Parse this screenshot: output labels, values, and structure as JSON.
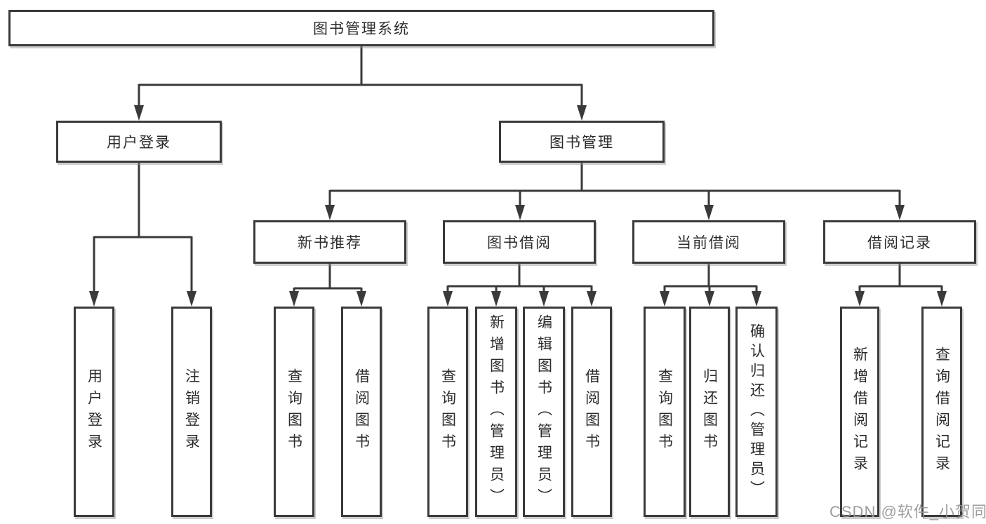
{
  "diagram_title": "图书管理系统",
  "tree": {
    "root": {
      "label": "图书管理系统"
    },
    "branches": [
      {
        "label": "用户登录",
        "children": [
          {
            "label": "用户登录"
          },
          {
            "label": "注销登录"
          }
        ]
      },
      {
        "label": "图书管理",
        "children": [
          {
            "label": "新书推荐",
            "children": [
              {
                "label": "查询图书"
              },
              {
                "label": "借阅图书"
              }
            ]
          },
          {
            "label": "图书借阅",
            "children": [
              {
                "label": "查询图书"
              },
              {
                "label": "新增图书（管理员）"
              },
              {
                "label": "编辑图书（管理员）"
              },
              {
                "label": "借阅图书"
              }
            ]
          },
          {
            "label": "当前借阅",
            "children": [
              {
                "label": "查询图书"
              },
              {
                "label": "归还图书"
              },
              {
                "label": "确认归还（管理员）"
              }
            ]
          },
          {
            "label": "借阅记录",
            "children": [
              {
                "label": "新增借阅记录"
              },
              {
                "label": "查询借阅记录"
              }
            ]
          }
        ]
      }
    ]
  },
  "watermark": {
    "text": "CSDN @软件_小贺同学",
    "color": "#969696"
  },
  "colors": {
    "background": "#ffffff",
    "line": "#3a3a3a",
    "box_border": "#3a3a3a",
    "text": "#2b2b2b"
  }
}
